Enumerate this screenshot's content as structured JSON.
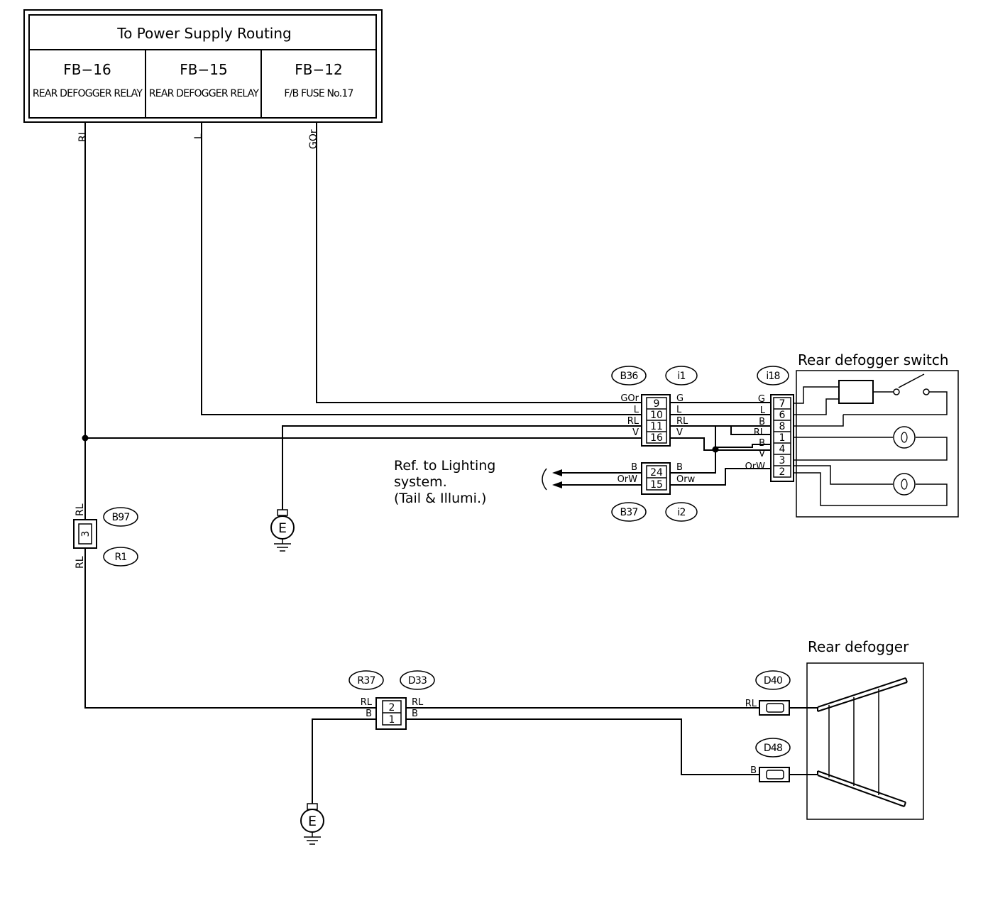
{
  "supply": {
    "title": "To Power Supply Routing",
    "cells": [
      {
        "code": "FB−16",
        "desc": "REAR DEFOGGER RELAY",
        "wire": "RL"
      },
      {
        "code": "FB−15",
        "desc": "REAR DEFOGGER RELAY",
        "wire": "L"
      },
      {
        "code": "FB−12",
        "desc": "F/B FUSE No.17",
        "wire": "GOr"
      }
    ]
  },
  "connectors": {
    "b36": "B36",
    "i1": "i1",
    "i18": "i18",
    "b37": "B37",
    "i2": "i2",
    "b97": "B97",
    "r1": "R1",
    "r37": "R37",
    "d33": "D33",
    "d40": "D40",
    "d48": "D48"
  },
  "pins": {
    "b36": [
      "9",
      "10",
      "11",
      "16"
    ],
    "b37": [
      "24",
      "15"
    ],
    "i18": [
      "7",
      "6",
      "8",
      "1",
      "4",
      "3",
      "2"
    ],
    "b97": "3",
    "r37": [
      "2",
      "1"
    ]
  },
  "wires": {
    "b36_left": [
      "GOr",
      "L",
      "RL",
      "V"
    ],
    "b36_right": [
      "G",
      "L",
      "RL",
      "V"
    ],
    "b37_left": [
      "B",
      "OrW"
    ],
    "b37_right": [
      "B",
      "Orw"
    ],
    "i18_left": [
      "G",
      "L",
      "B",
      "RL",
      "B",
      "V",
      "OrW"
    ],
    "b97_top": "RL",
    "b97_bottom": "RL",
    "r37_left": [
      "RL",
      "B"
    ],
    "r37_right": [
      "RL",
      "B"
    ],
    "d40": "RL",
    "d48": "B"
  },
  "labels": {
    "switch": "Rear defogger switch",
    "defogger": "Rear defogger",
    "ref_line1": "Ref. to Lighting",
    "ref_line2": "system.",
    "ref_line3": "(Tail & Illumi.)",
    "ground1": "E",
    "ground2": "E"
  }
}
